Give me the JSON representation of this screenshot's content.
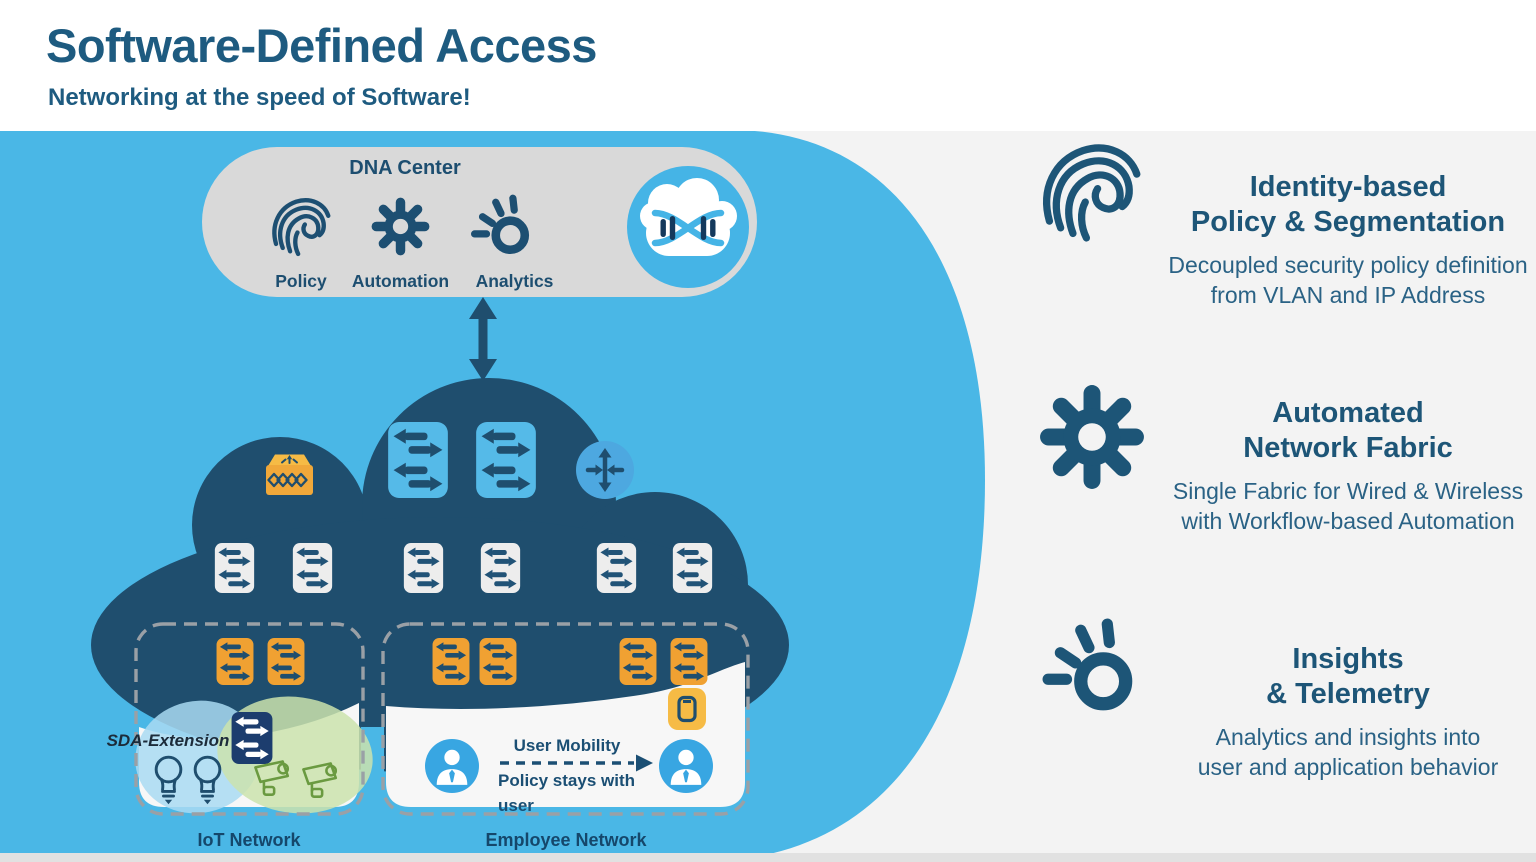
{
  "header": {
    "title": "Software-Defined Access",
    "subtitle": "Networking at the speed of Software!"
  },
  "dna_center": {
    "title": "DNA Center",
    "policy_label": "Policy",
    "automation_label": "Automation",
    "analytics_label": "Analytics"
  },
  "fabric": {
    "iot_network_label": "IoT Network",
    "employee_network_label": "Employee Network",
    "sda_extension_label": "SDA-Extension",
    "user_mobility_label": "User Mobility",
    "policy_stays_label": "Policy stays with user"
  },
  "features": [
    {
      "icon": "fingerprint-icon",
      "title_line1": "Identity-based",
      "title_line2": "Policy & Segmentation",
      "body_line1": "Decoupled security policy definition",
      "body_line2": "from VLAN and IP Address"
    },
    {
      "icon": "gear-icon",
      "title_line1": "Automated",
      "title_line2": "Network Fabric",
      "body_line1": "Single Fabric for Wired & Wireless",
      "body_line2": "with Workflow-based Automation"
    },
    {
      "icon": "insights-icon",
      "title_line1": "Insights",
      "title_line2": "& Telemetry",
      "body_line1": "Analytics and insights into",
      "body_line2": "user and application behavior"
    }
  ],
  "colors": {
    "sky_blue": "#4ab7e6",
    "navy_cloud": "#1f4e6e",
    "pill_gray": "#d9d9d9",
    "switch_orange": "#f0a132",
    "gold": "#f5bb45",
    "text_navy": "#1d5577",
    "camera_green": "#6a9a40",
    "user_blue": "#38a6e2",
    "background_gray": "#f3f3f3"
  }
}
